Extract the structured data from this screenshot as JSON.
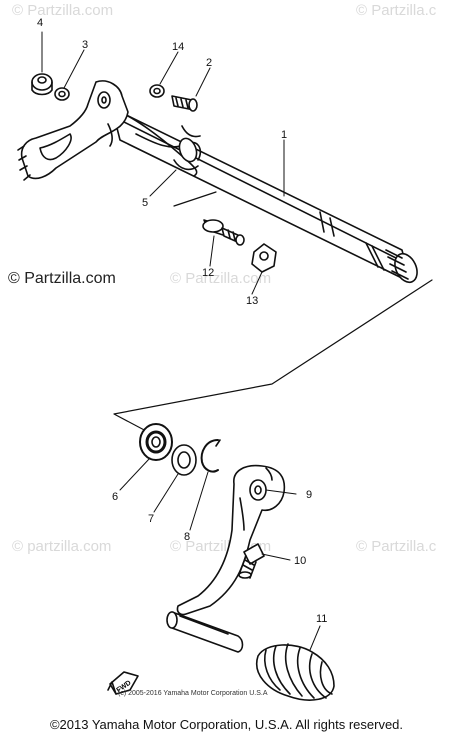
{
  "watermarks": {
    "top_left": "© Partzilla.com",
    "top_right": "© Partzilla.c",
    "mid_left": "© Partzilla.com",
    "mid_right": "© Partzilla.com",
    "bottom_left": "© partzilla.com",
    "bottom_center": "© Partzilla.com",
    "bottom_right": "© Partzilla.c"
  },
  "callouts": {
    "c1": "1",
    "c2": "2",
    "c3": "3",
    "c4": "4",
    "c5": "5",
    "c6": "6",
    "c7": "7",
    "c8": "8",
    "c9": "9",
    "c10": "10",
    "c11": "11",
    "c12": "12",
    "c13": "13",
    "c14": "14"
  },
  "fwd_marker": "FWD",
  "small_copyright": "(c) 2005-2016 Yamaha Motor Corporation U.S.A",
  "footer": "©2013 Yamaha Motor Corporation, U.S.A. All rights reserved."
}
